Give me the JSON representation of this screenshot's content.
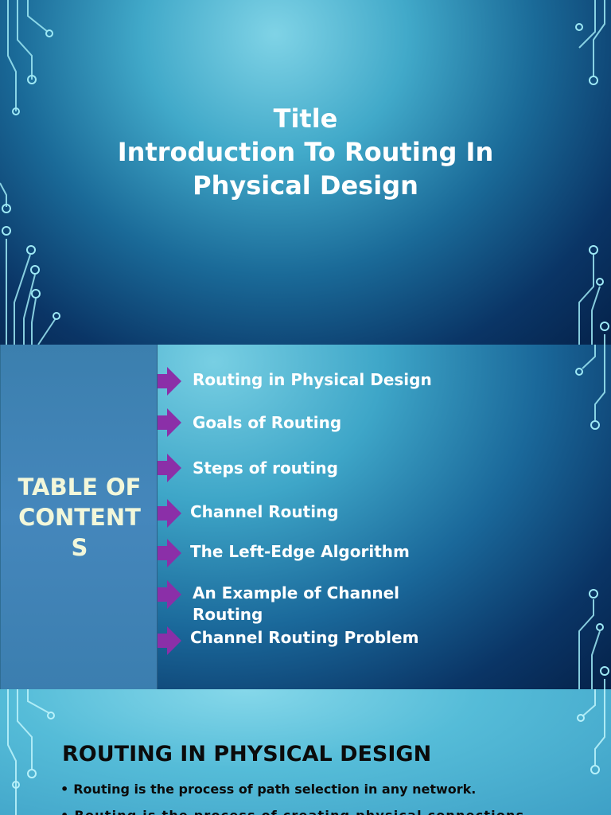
{
  "slide1": {
    "title_lines": [
      "Title",
      "Introduction To Routing In",
      "Physical Design"
    ]
  },
  "slide2": {
    "heading_lines": [
      "TABLE OF",
      "CONTENT",
      "S"
    ],
    "items": [
      {
        "lines": [
          "Routing in Physical Design"
        ]
      },
      {
        "lines": [
          "Goals of Routing"
        ]
      },
      {
        "lines": [
          "Steps of routing"
        ]
      },
      {
        "lines": [
          "Channel Routing"
        ]
      },
      {
        "lines": [
          "The Left-Edge Algorithm"
        ]
      },
      {
        "lines": [
          "An Example of Channel",
          "Routing"
        ]
      },
      {
        "lines": [
          "Channel Routing Problem"
        ]
      }
    ],
    "arrow_color": "#8b2fa8"
  },
  "slide3": {
    "heading": "ROUTING IN PHYSICAL DESIGN",
    "bullets": [
      "Routing is the process of path selection in any network.",
      "Routing is the process of creating physical connections"
    ]
  }
}
